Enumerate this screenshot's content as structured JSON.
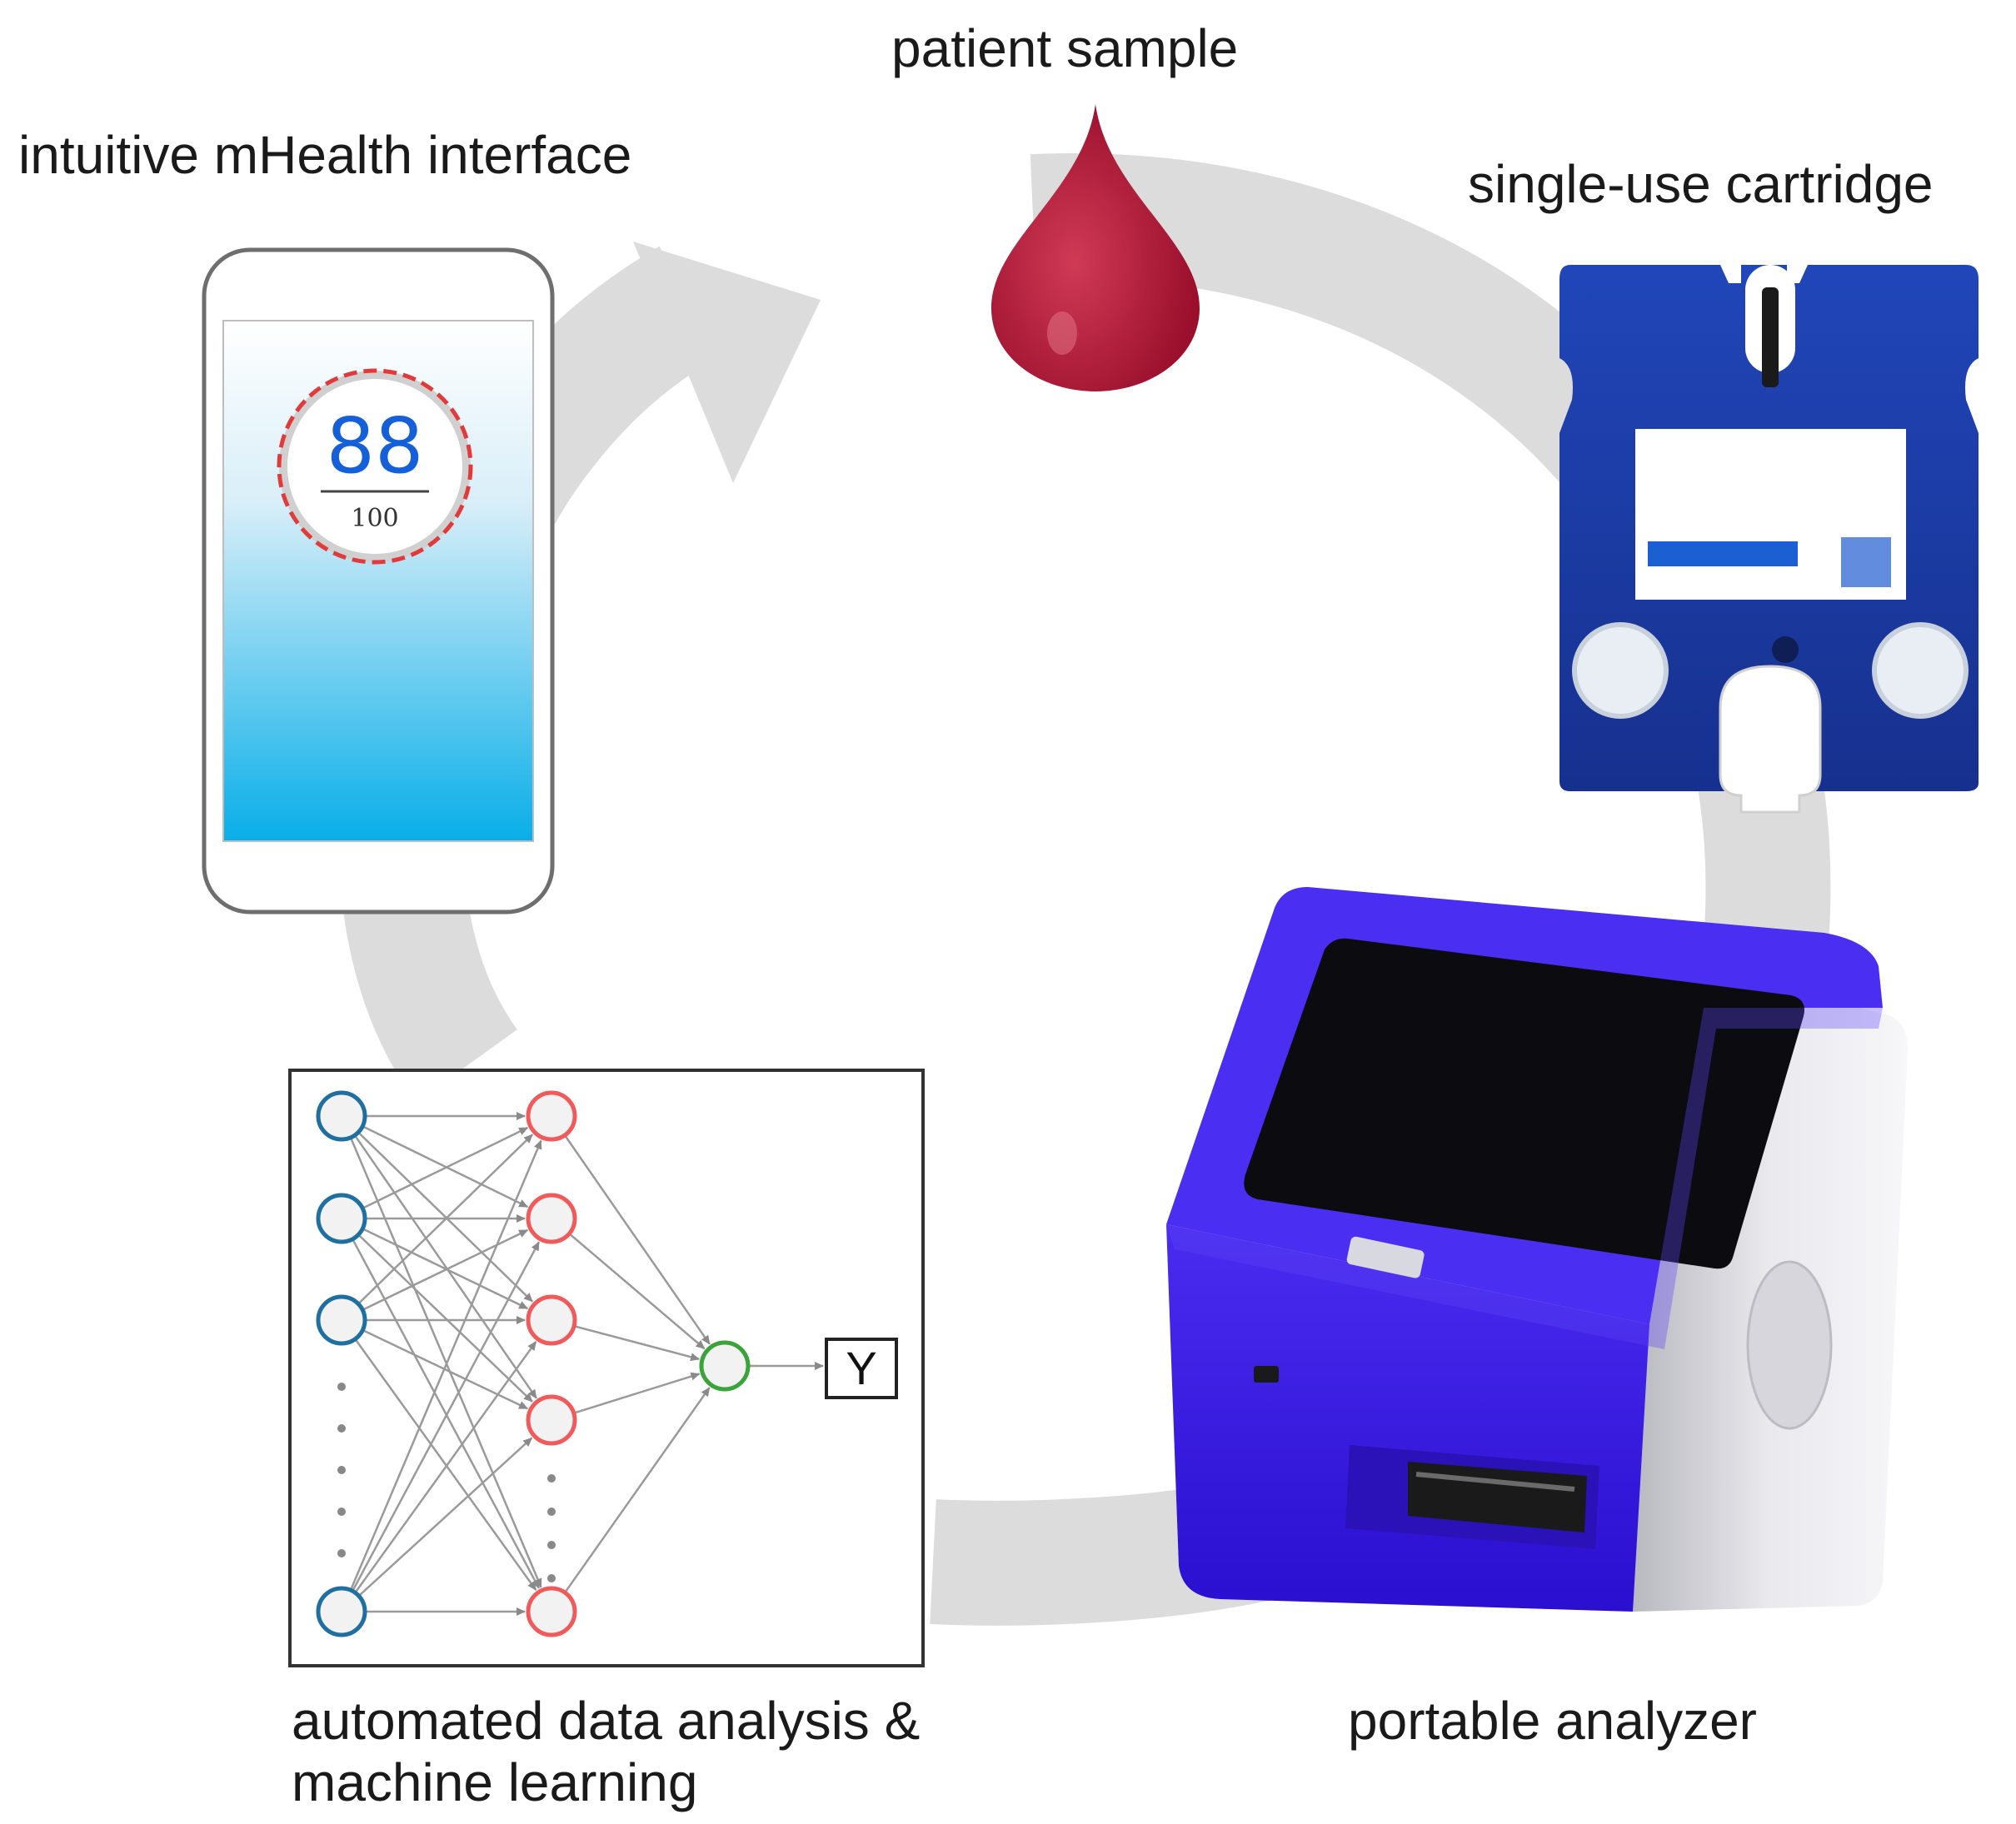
{
  "labels": {
    "patient_sample": "patient sample",
    "mhealth_interface": "intuitive mHealth interface",
    "single_use_cartridge": "single-use cartridge",
    "portable_analyzer": "portable analyzer",
    "ml_line1": "automated data analysis &",
    "ml_line2": "machine learning"
  },
  "phone": {
    "score_value": "88",
    "score_total": "100"
  },
  "network": {
    "output_label": "Y"
  },
  "colors": {
    "arrow": "#d9d9d9",
    "blood": "#b3173a",
    "cartridge": "#1c3fae",
    "analyzer": "#3a17e6",
    "input_node": "#1f6fa0",
    "hidden_node": "#f05a5a",
    "output_node": "#3aa33a",
    "score_text": "#1560d8"
  }
}
